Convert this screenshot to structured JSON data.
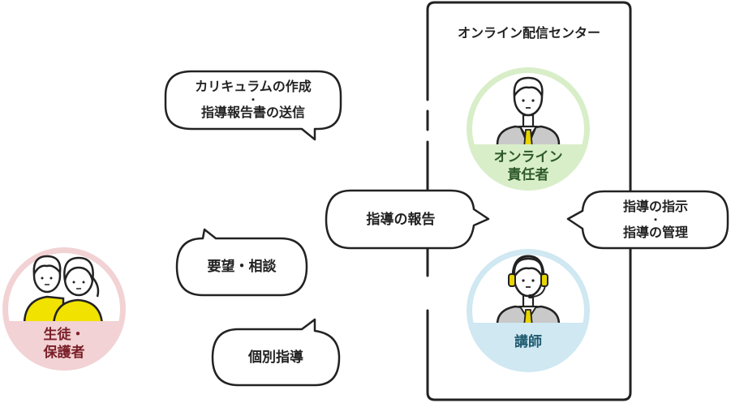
{
  "center": {
    "title": "オンライン配信センター"
  },
  "roles": {
    "manager": {
      "line1": "オンライン",
      "line2": "責任者"
    },
    "instructor": {
      "line1": "講師"
    },
    "student": {
      "line1": "生徒・",
      "line2": "保護者"
    }
  },
  "bubbles": {
    "curriculum": {
      "line1": "カリキュラムの作成",
      "sep": "・",
      "line2": "指導報告書の送信"
    },
    "report": {
      "line1": "指導の報告"
    },
    "instruction": {
      "line1": "指導の指示",
      "sep": "・",
      "line2": "指導の管理"
    },
    "request": {
      "line1": "要望・相談"
    },
    "tutoring": {
      "line1": "個別指導"
    }
  },
  "colors": {
    "manager_ring": "#d8eec8",
    "manager_label": "#2e5a2a",
    "instructor_ring": "#cfe8f2",
    "instructor_label": "#1f5a70",
    "student_ring": "#f2d2d4",
    "student_label": "#7a1e28",
    "tie": "#e8d400",
    "outline": "#222222"
  }
}
